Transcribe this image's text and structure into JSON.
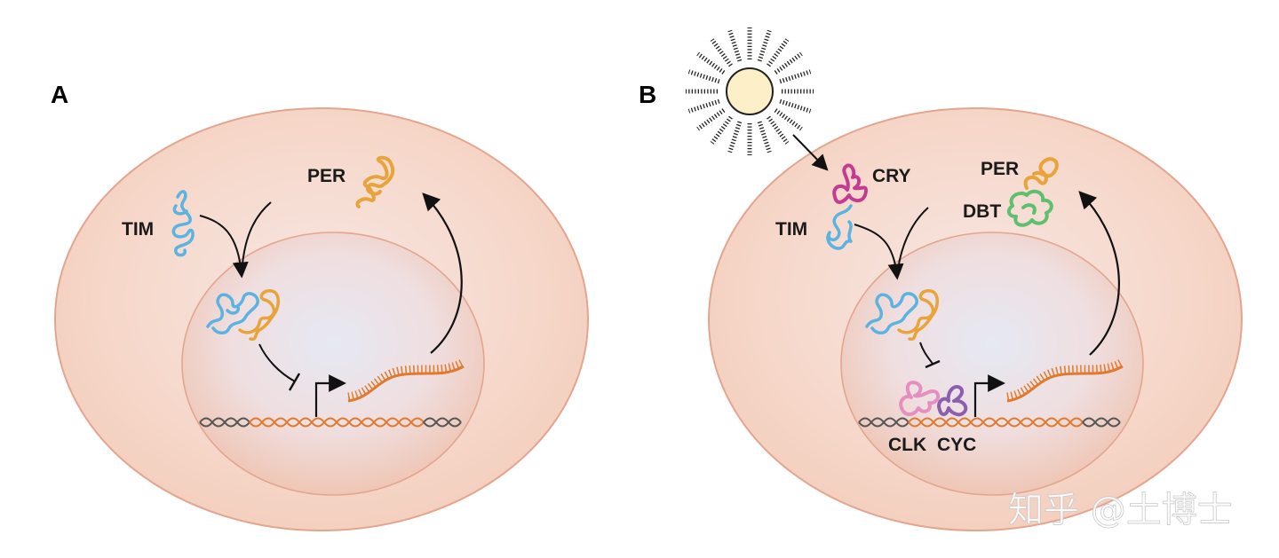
{
  "panels": {
    "a": {
      "label": "A",
      "proteins": {
        "per": "PER",
        "tim": "TIM"
      }
    },
    "b": {
      "label": "B",
      "proteins": {
        "cry": "CRY",
        "per": "PER",
        "dbt": "DBT",
        "tim": "TIM",
        "clk": "CLK",
        "cyc": "CYC"
      }
    }
  },
  "watermark": "知乎 @土博士",
  "colors": {
    "cell_outer": "#f5d3c4",
    "cell_border": "#e3a58f",
    "nucleus": "#f0c6b5",
    "nucleus_center": "#e6e8f3",
    "tim": "#5ab3e0",
    "per": "#e8a33a",
    "cry": "#c43b93",
    "dbt": "#5fbf6e",
    "clk": "#e58fc0",
    "cyc": "#8a5fb0",
    "mrna": "#e07a2e",
    "dna": "#555555",
    "sun": "#fdf0c8"
  }
}
